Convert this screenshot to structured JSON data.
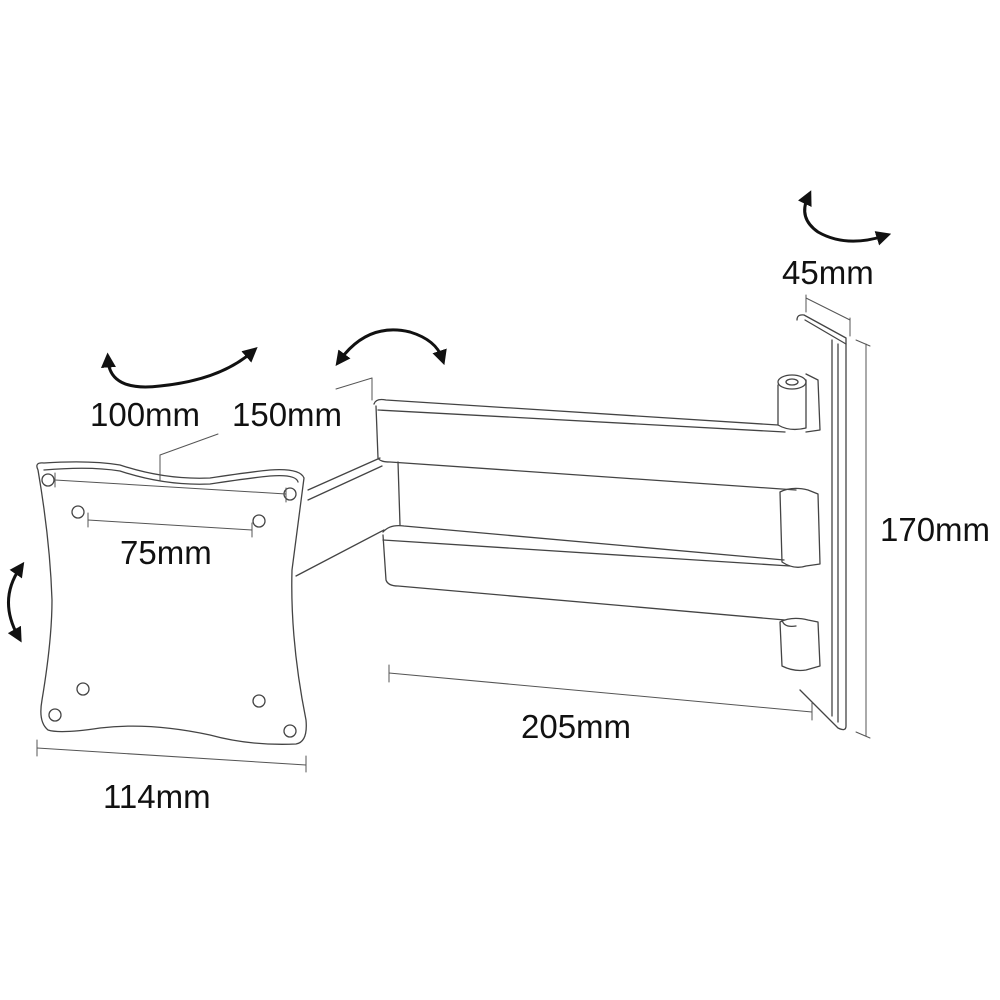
{
  "diagram": {
    "subject": "Swivel arm wall mount bracket",
    "line_color": "#444444",
    "text_color": "#111111",
    "arrow_color": "#111111",
    "dimensions": {
      "vesa_large": "100mm",
      "arm_depth_min": "150mm",
      "vesa_small": "75mm",
      "plate_width": "114mm",
      "arm_extension": "205mm",
      "wall_plate_height": "170mm",
      "wall_plate_width": "45mm"
    },
    "motion_indicators": [
      {
        "id": "tilt",
        "icon": "curved-double-arrow-vertical"
      },
      {
        "id": "plate-swivel",
        "icon": "curved-double-arrow-horizontal"
      },
      {
        "id": "arm-swivel",
        "icon": "curved-double-arrow-horizontal"
      },
      {
        "id": "wall-swivel",
        "icon": "curved-double-arrow-horizontal"
      }
    ]
  }
}
